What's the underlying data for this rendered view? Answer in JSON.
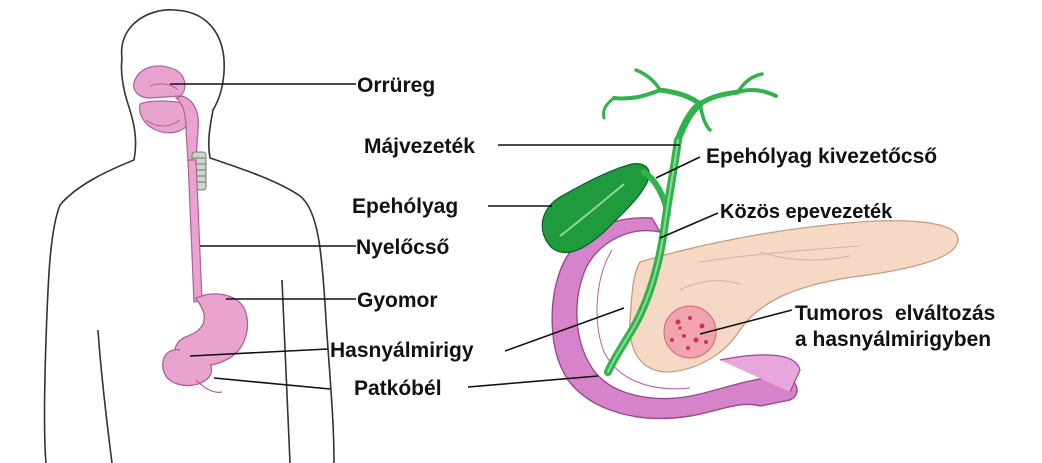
{
  "labels": {
    "orrureg": "Orrüreg",
    "nyelocso": "Nyelőcső",
    "gyomor": "Gyomor",
    "hasnyalmirigy": "Hasnyálmirigy",
    "patkobel": "Patkóbél",
    "majvezetek": "Májvezeték",
    "epeholyag": "Epehólyag",
    "epeholyag_kivezetocso": "Epehólyag kivezetőcső",
    "kozos_epevezetek": "Közös epevezeték",
    "tumor_line1": "Tumoros  elváltozás",
    "tumor_line2": "a hasnyálmirigyben"
  },
  "colors": {
    "body_outline": "#333333",
    "digestive_pink": "#e9a3cf",
    "digestive_pink_dark": "#b0609a",
    "duodenum_magenta": "#d783cc",
    "pancreas_beige": "#f6d9c4",
    "bile_green": "#2fb34a",
    "gallbladder_green": "#1f9a3c",
    "tumor_red": "#e0566d",
    "leader_line": "#111111"
  }
}
